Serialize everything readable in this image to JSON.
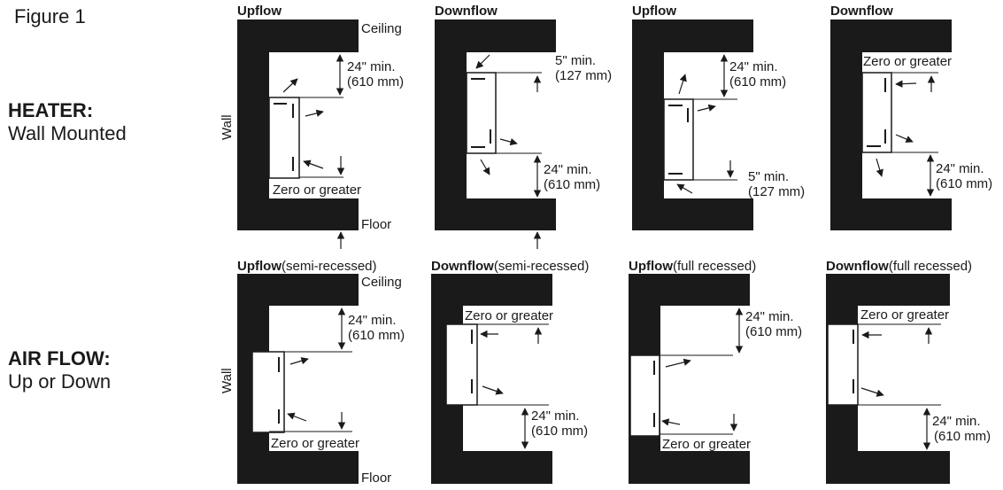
{
  "figure_title": "Figure 1",
  "heater": {
    "heading": "HEATER:",
    "sub": "Wall Mounted"
  },
  "airflow": {
    "heading": "AIR FLOW:",
    "sub": "Up or Down"
  },
  "labels": {
    "wall": "Wall",
    "ceiling": "Ceiling",
    "floor": "Floor",
    "zero_or_greater": "Zero or greater",
    "min_24": "24\" min.",
    "mm_610": "(610 mm)",
    "min_5": "5\" min.",
    "mm_127": "(127 mm)"
  },
  "panels": [
    {
      "title_bold": "Upflow",
      "title_rest": ""
    },
    {
      "title_bold": "Downflow",
      "title_rest": ""
    },
    {
      "title_bold": "Upflow",
      "title_rest": ""
    },
    {
      "title_bold": "Downflow",
      "title_rest": ""
    },
    {
      "title_bold": "Upflow",
      "title_rest": "(semi-recessed)"
    },
    {
      "title_bold": "Downflow",
      "title_rest": "(semi-recessed)"
    },
    {
      "title_bold": "Upflow",
      "title_rest": "(full  recessed)"
    },
    {
      "title_bold": "Downflow",
      "title_rest": "(full recessed)"
    }
  ],
  "colors": {
    "wall": "#1a1a1a",
    "heater_fill": "#ffffff",
    "line": "#1a1a1a"
  }
}
